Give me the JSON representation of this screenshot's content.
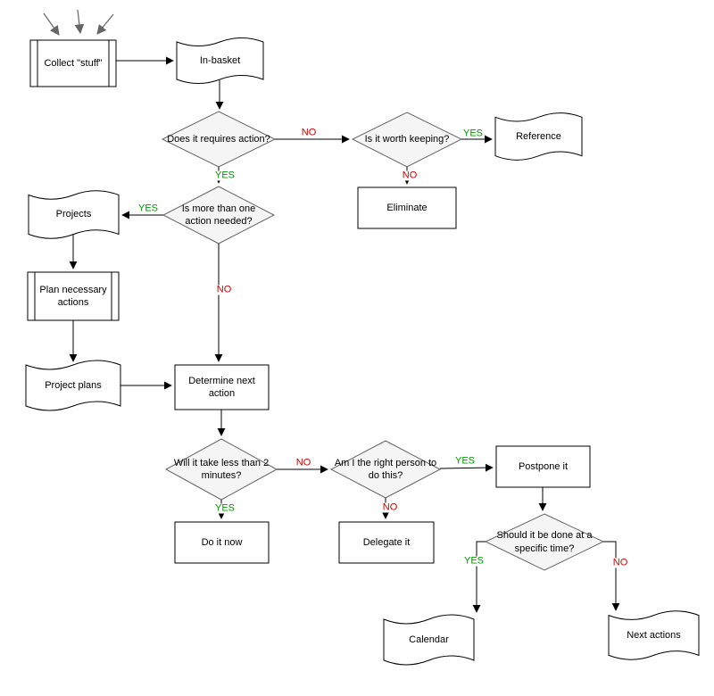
{
  "diagram": {
    "nodes": {
      "collect_stuff": {
        "label": "Collect \"stuff\""
      },
      "in_basket": {
        "label": "In-basket"
      },
      "does_it_require": {
        "label": "Does it requires action?"
      },
      "worth_keeping": {
        "label": "Is it worth keeping?"
      },
      "reference": {
        "label": "Reference"
      },
      "eliminate": {
        "label": "Eliminate"
      },
      "more_than_one": {
        "label": "Is more than one action needed?"
      },
      "projects": {
        "label": "Projects"
      },
      "plan_actions": {
        "label": "Plan necessary actions"
      },
      "project_plans": {
        "label": "Project plans"
      },
      "determine_next": {
        "label": "Determine next action"
      },
      "two_minutes": {
        "label": "Will it take less than 2 minutes?"
      },
      "do_it_now": {
        "label": "Do it now"
      },
      "right_person": {
        "label": "Am I the right person to do this?"
      },
      "delegate_it": {
        "label": "Delegate it"
      },
      "postpone_it": {
        "label": "Postpone it"
      },
      "specific_time": {
        "label": "Should it be done at a specific time?"
      },
      "calendar": {
        "label": "Calendar"
      },
      "next_actions": {
        "label": "Next actions"
      }
    },
    "edge_labels": {
      "yes": "YES",
      "no": "NO"
    },
    "colors": {
      "yes_label": "#009900",
      "no_label": "#cc0000",
      "decision_fill": "#f5f5f5",
      "decision_stroke": "#666666",
      "shape_fill": "#ffffff",
      "shape_stroke": "#000000",
      "edge_stroke": "#000000",
      "input_arrow_stroke": "#666666"
    }
  }
}
